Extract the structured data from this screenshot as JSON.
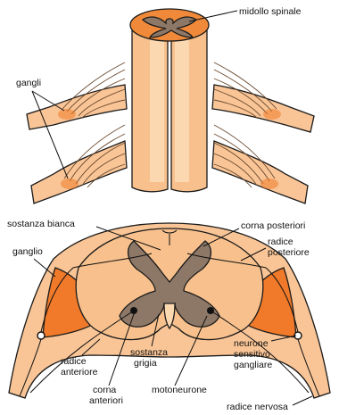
{
  "colors": {
    "white_matter": "#f7c08c",
    "white_matter_light": "#fbd8b0",
    "gray_matter": "#8d7868",
    "ganglion_fill": "#f07a2a",
    "cut_surface": "#f08a3a",
    "nerve_root": "#f9c596",
    "outline": "#1a1a1a"
  },
  "top_view": {
    "labels": {
      "spinal_cord": "midollo spinale",
      "ganglia": "gangli"
    }
  },
  "cross_section": {
    "labels": {
      "white_matter": "sostanza bianca",
      "posterior_horns": "corna posteriori",
      "posterior_root": "radice\nposteriore",
      "ganglion": "ganglio",
      "anterior_root": "radice\nanteriore",
      "anterior_horns": "corna\nanteriori",
      "gray_matter": "sostanza\ngrigia",
      "motor_neuron": "motoneurone",
      "sensory_neuron": "neurone\nsensitivo\ngangliare",
      "nerve_root": "radice nervosa"
    }
  }
}
